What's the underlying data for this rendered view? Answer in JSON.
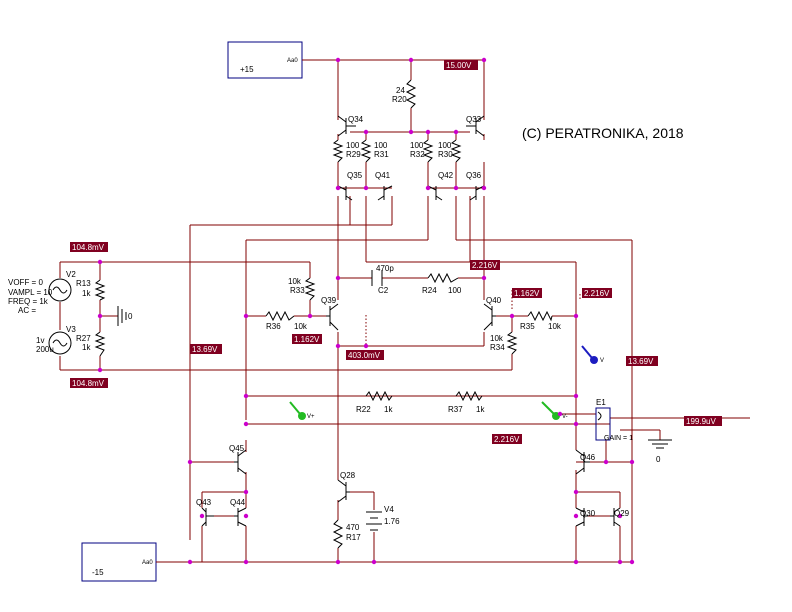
{
  "copyright": "(C) PERATRONIKA, 2018",
  "supplies": {
    "pos": "+15",
    "neg": "-15",
    "pos_port": "Aa0",
    "neg_port": "Aa0"
  },
  "sources": {
    "v2_name": "V2",
    "v2_voff": "VOFF = 0",
    "v2_vampl": "VAMPL = 10",
    "v2_freq": "FREQ = 1k",
    "v2_ac": "AC =",
    "v3_name": "V3",
    "v3_val1": "1v",
    "v3_val2": "200u",
    "v4_name": "V4",
    "v4_val": "1.76"
  },
  "ground_label": "0",
  "resistors": {
    "r20": "R20",
    "r20_val": "24",
    "r29": "R29",
    "r29_val": "100",
    "r31": "R31",
    "r31_val": "100",
    "r32": "R32",
    "r32_val": "100",
    "r30": "R30",
    "r30_val": "100",
    "r13": "R13",
    "r13_val": "1k",
    "r27": "R27",
    "r27_val": "1k",
    "r33": "R33",
    "r33_val": "10k",
    "r35": "R35",
    "r35_val": "10k",
    "r24": "R24",
    "r24_val": "100",
    "r36": "R36",
    "r36_val": "10k",
    "r34": "R34",
    "r34_val": "10k",
    "r22": "R22",
    "r22_val": "1k",
    "r37": "R37",
    "r37_val": "1k",
    "r17": "R17",
    "r17_val": "470"
  },
  "capacitor": {
    "name": "C2",
    "value": "470p"
  },
  "transistors": {
    "q34": "Q34",
    "q33": "Q33",
    "q35": "Q35",
    "q41": "Q41",
    "q42": "Q42",
    "q36": "Q36",
    "q39": "Q39",
    "q40": "Q40",
    "q45": "Q45",
    "q43": "Q43",
    "q44": "Q44",
    "q28": "Q28",
    "q46": "Q46",
    "q30": "Q30",
    "q29": "Q29"
  },
  "amplifier": {
    "name": "E1",
    "gain": "GAIN = 1"
  },
  "probes": {
    "vplus": "V+",
    "vminus": "V-",
    "v": "V"
  },
  "voltages": {
    "v_top": "15.00V",
    "v_in_top": "104.8mV",
    "v_in_bot": "104.8mV",
    "v_mid": "2.216V",
    "v_mid2": "2.216V",
    "v_bot": "2.216V",
    "v_q39": "1.162V",
    "v_q40": "1.162V",
    "v_emit": "403.0mV",
    "v_left": "13.69V",
    "v_right": "13.69V",
    "v_out": "199.9uV"
  },
  "colors": {
    "wire": "#800000",
    "tag": "#800020",
    "probe_green": "#22bb22",
    "probe_blue": "#1c1cc0",
    "node": "#cc00cc"
  }
}
